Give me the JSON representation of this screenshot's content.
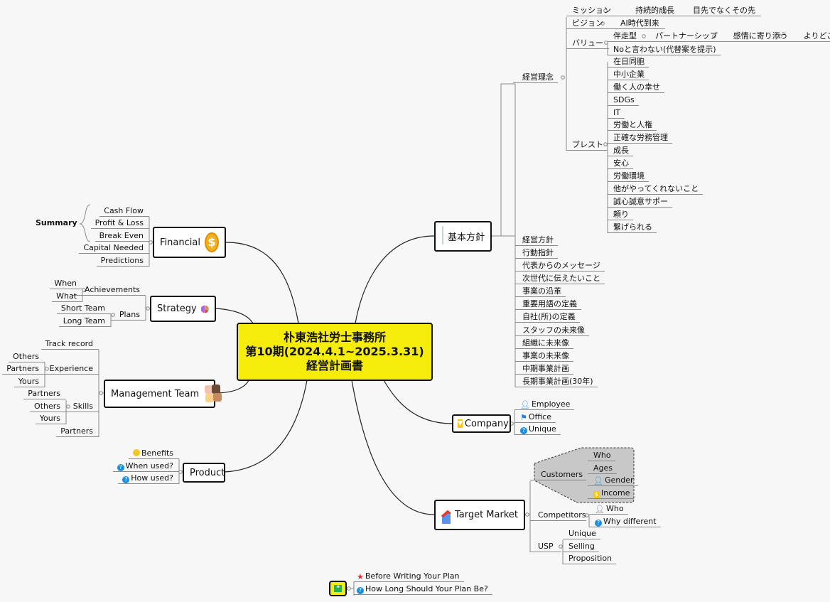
{
  "central": {
    "line1": "朴東浩社労士事務所",
    "line2": "第10期(2024.4.1~2025.3.31)",
    "line3": "経営計画書",
    "fill": "#f5ec0c"
  },
  "kihon": {
    "label": "基本方針",
    "icon": "document-magnifier-icon",
    "keiei_rinen": {
      "label": "経営理念",
      "mission": {
        "label": "ミッション",
        "items": [
          "持続的成長",
          "目先でなくその先"
        ]
      },
      "vision": {
        "label": "ビジョン",
        "items": [
          "AI時代到来"
        ]
      },
      "value": {
        "label": "バリュー",
        "items": [
          "伴走型",
          "パートナーシップ",
          "感情に寄り添う",
          "よりどころ"
        ],
        "item2": "Noと言わない(代替案を提示)"
      },
      "brainstorm": {
        "label": "ブレスト",
        "items": [
          "在日同胞",
          "中小企業",
          "働く人の幸せ",
          "SDGs",
          "IT",
          "労働と人権",
          "正確な労務管理",
          "成長",
          "安心",
          "労働環境",
          "他がやってくれないこと",
          "誠心誠意サポー",
          "頼り",
          "繋げられる"
        ]
      }
    },
    "policies": [
      "経営方針",
      "行動指針",
      "代表からのメッセージ",
      "次世代に伝えたいこと",
      "事業の沿革",
      "重要用語の定義",
      "自社(所)の定義",
      "スタッフの未来像",
      "組織に未来像",
      "事業の未来像",
      "中期事業計画",
      "長期事業計画(30年)"
    ]
  },
  "company": {
    "label": "Company",
    "icon": "trophy-icon",
    "items": [
      {
        "label": "Employee",
        "icon": "person-icon"
      },
      {
        "label": "Office",
        "icon": "flag-icon"
      },
      {
        "label": "Unique",
        "icon": "question-icon"
      }
    ]
  },
  "target_market": {
    "label": "Target Market",
    "icon": "chart-trend-icon",
    "customers": {
      "label": "Customers",
      "items": [
        "Who",
        "Ages",
        "Gender",
        "Income"
      ]
    },
    "competitors": {
      "label": "Competitors",
      "items": [
        "Who",
        "Why different"
      ]
    },
    "usp": {
      "label": "USP",
      "items": [
        "Unique",
        "Selling",
        "Proposition"
      ]
    }
  },
  "financial": {
    "label": "Financial",
    "icon": "dollar-coin-icon",
    "summary": "Summary",
    "items": [
      "Cash Flow",
      "Profit & Loss",
      "Break Even",
      "Capital Needed",
      "Predictions"
    ]
  },
  "strategy": {
    "label": "Strategy",
    "icon": "pie-chart-icon",
    "achievements": {
      "label": "Achievements",
      "items": [
        "When",
        "What"
      ]
    },
    "plans": {
      "label": "Plans",
      "items": [
        "Short Team",
        "Long Team"
      ]
    }
  },
  "management": {
    "label": "Management Team",
    "icon": "hands-icon",
    "track_record": "Track record",
    "experience": {
      "label": "Experience",
      "items": [
        "Others",
        "Partners",
        "Yours"
      ]
    },
    "skills": {
      "label": "Skills",
      "items": [
        "Partners",
        "Others",
        "Yours"
      ]
    },
    "partners": "Partners"
  },
  "product": {
    "label": "Product",
    "items": [
      {
        "label": "Benefits",
        "icon": "smiley-icon"
      },
      {
        "label": "When used?",
        "icon": "question-icon"
      },
      {
        "label": "How used?",
        "icon": "question-icon"
      }
    ]
  },
  "notes": {
    "icon": "quote-icon",
    "items": [
      {
        "label": "Before Writing Your Plan",
        "icon": "star-icon"
      },
      {
        "label": "How Long Should Your Plan Be?",
        "icon": "question-icon"
      }
    ]
  }
}
